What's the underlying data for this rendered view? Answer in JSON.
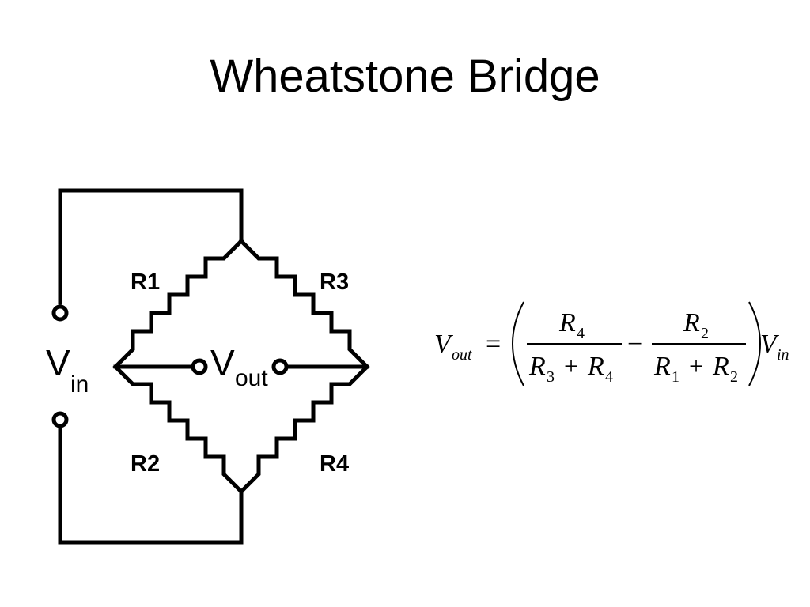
{
  "slide": {
    "title": "Wheatstone Bridge"
  },
  "circuit": {
    "labels": {
      "r1": "R1",
      "r2": "R2",
      "r3": "R3",
      "r4": "R4",
      "vin_main": "V",
      "vin_sub": "in",
      "vout_main": "V",
      "vout_sub": "out"
    }
  },
  "formula": {
    "lhs_var": "V",
    "lhs_sub": "out",
    "equals": "=",
    "frac1_num_var": "R",
    "frac1_num_sub": "4",
    "frac1_den_var_a": "R",
    "frac1_den_sub_a": "3",
    "frac1_den_plus": "+",
    "frac1_den_var_b": "R",
    "frac1_den_sub_b": "4",
    "minus": "−",
    "frac2_num_var": "R",
    "frac2_num_sub": "2",
    "frac2_den_var_a": "R",
    "frac2_den_sub_a": "1",
    "frac2_den_plus": "+",
    "frac2_den_var_b": "R",
    "frac2_den_sub_b": "2",
    "rhs_var": "V",
    "rhs_sub": "in"
  }
}
